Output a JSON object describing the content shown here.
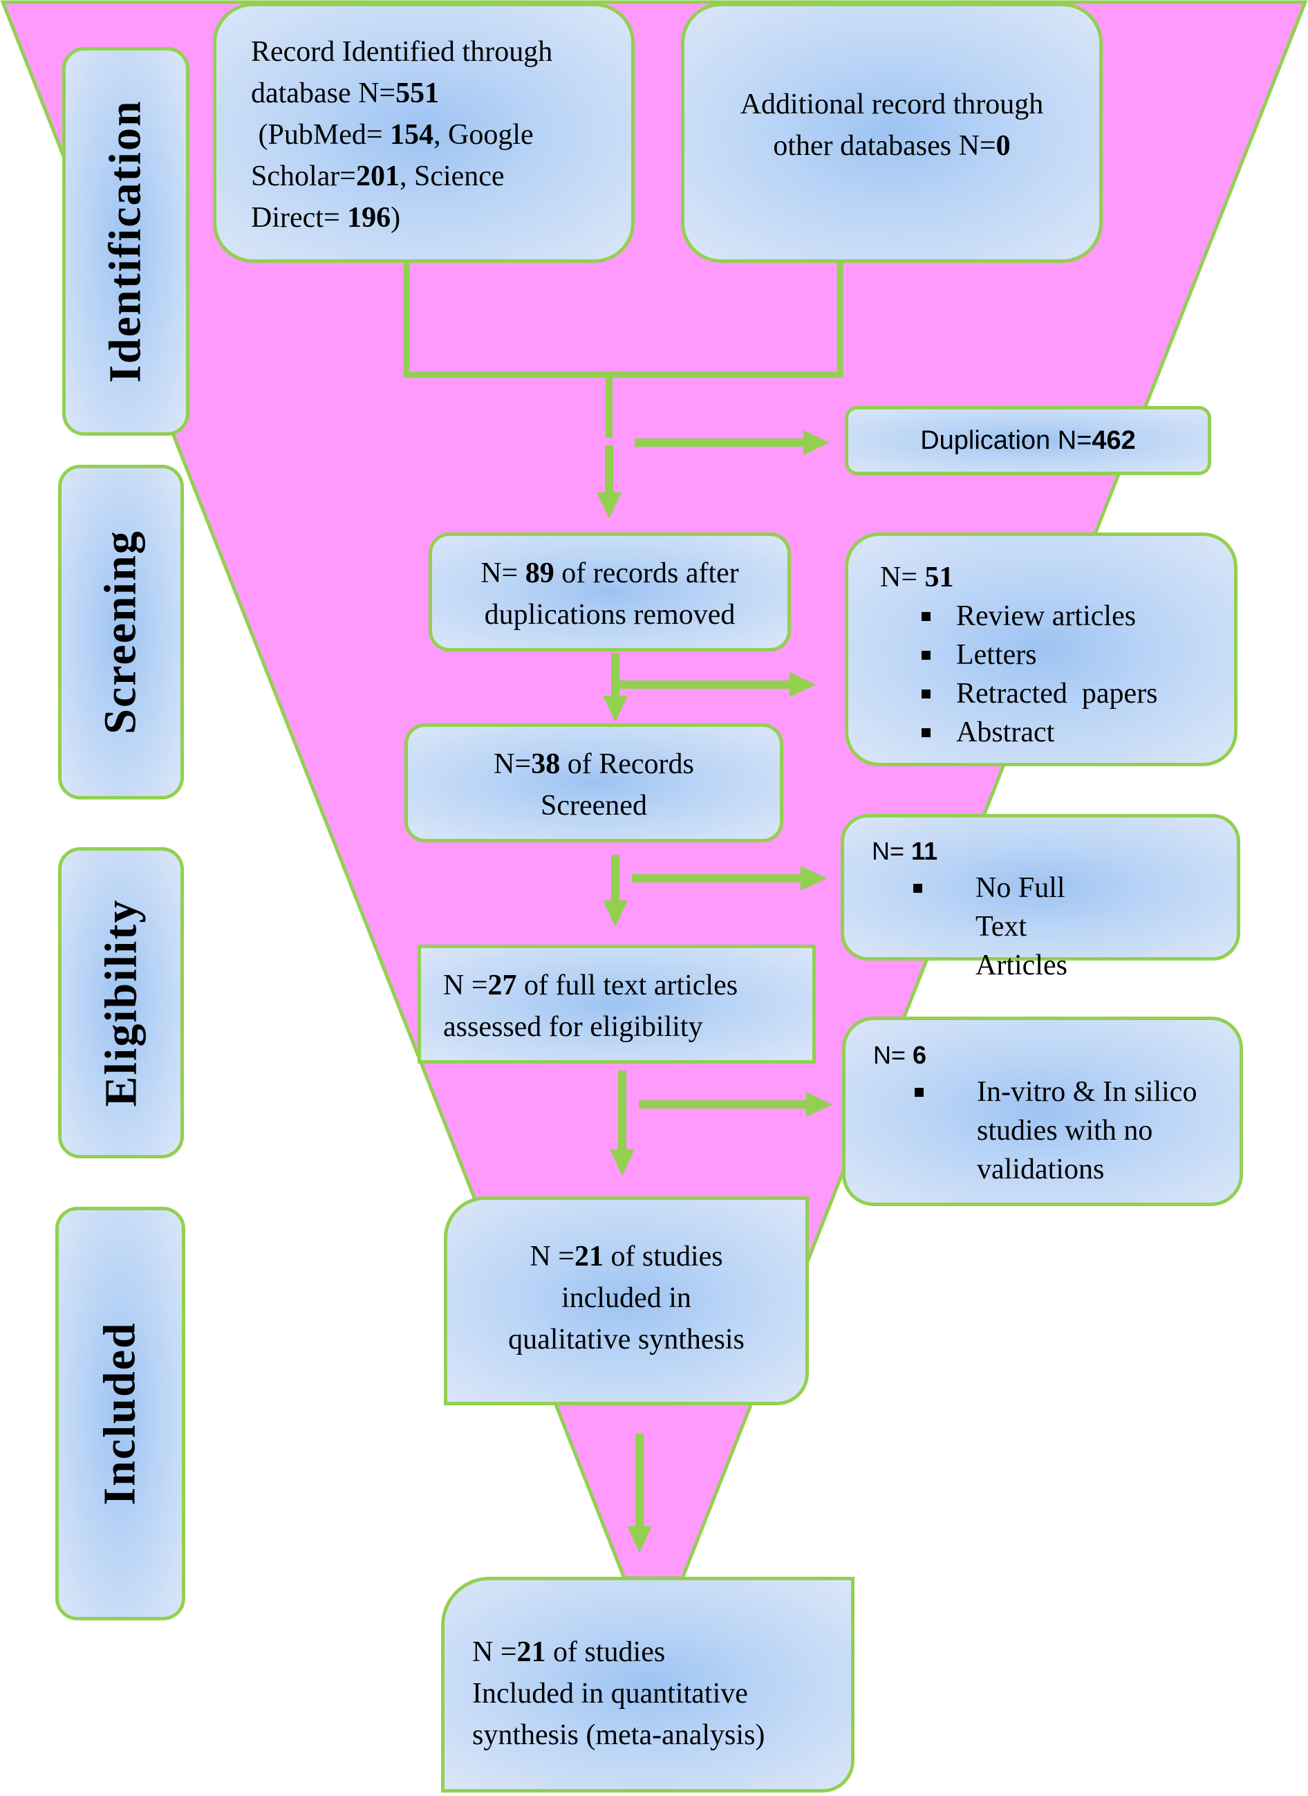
{
  "diagram": {
    "type": "PRISMA flow diagram",
    "colors": {
      "funnel_fill": "#ff99fc",
      "line_green": "#92d050",
      "box_center": "#9dc3f2",
      "box_edge": "#dbe6f8"
    }
  },
  "phases": [
    {
      "label": "Identification"
    },
    {
      "label": "Screening"
    },
    {
      "label": "Eligibility"
    },
    {
      "label": "Included"
    }
  ],
  "boxes": {
    "database_records": {
      "line1": "Record Identified through",
      "line2_prefix": "database N=",
      "line2_value": "551",
      "line3_prefix": " (PubMed= ",
      "line3_value": "154",
      "line3_suffix": ", Google",
      "line4_prefix": "Scholar=",
      "line4_value": "201",
      "line4_suffix": ", Science",
      "line5_prefix": "Direct= ",
      "line5_value": "196",
      "line5_suffix": ")"
    },
    "additional_records": {
      "line1": "Additional record through",
      "line2_prefix": "other databases N=",
      "line2_value": "0"
    },
    "duplication": {
      "prefix": "Duplication N=",
      "value": "462"
    },
    "after_duplicates": {
      "prefix": "N= ",
      "value": "89",
      "suffix": " of records after",
      "line2": "duplications removed"
    },
    "excluded_screening": {
      "prefix": "N= ",
      "value": "51",
      "items": [
        "Review articles",
        "Letters",
        "Retracted  papers",
        "Abstract"
      ]
    },
    "records_screened": {
      "prefix": "N=",
      "value": "38",
      "suffix": " of Records",
      "line2": "Screened"
    },
    "excluded_fulltext": {
      "prefix": "N= ",
      "value": "11",
      "items": [
        "No Full Text Articles"
      ]
    },
    "full_text_assessed": {
      "prefix": "N =",
      "value": "27",
      "suffix": " of full text articles",
      "line2": "assessed for eligibility"
    },
    "excluded_eligibility": {
      "prefix": "N= ",
      "value": "6",
      "items": [
        "In-vitro & In silico studies with no validations"
      ]
    },
    "qualitative": {
      "prefix": "N =",
      "value": "21",
      "suffix": " of studies",
      "line2": "included in",
      "line3": "qualitative synthesis"
    },
    "quantitative": {
      "prefix": "N =",
      "value": "21",
      "suffix": " of studies",
      "line2": "Included in quantitative",
      "line3": "synthesis (meta-analysis)"
    }
  }
}
